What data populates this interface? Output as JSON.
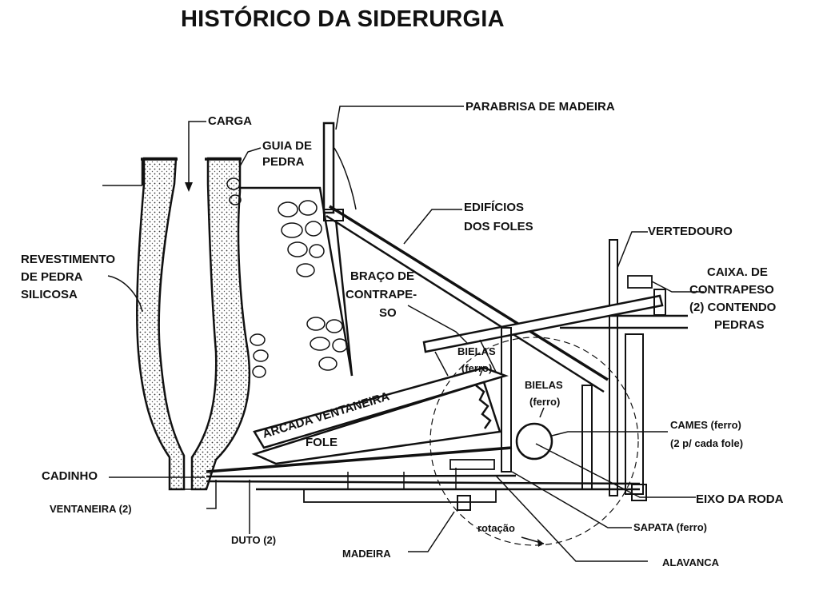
{
  "title": "HISTÓRICO DA SIDERURGIA",
  "labels": {
    "carga": "CARGA",
    "guia_l1": "GUIA DE",
    "guia_l2": "PEDRA",
    "parabrisa": "PARABRISA DE MADEIRA",
    "edificios_l1": "EDIFÍCIOS",
    "edificios_l2": "DOS FOLES",
    "vertedouro": "VERTEDOURO",
    "revest_l1": "REVESTIMENTO",
    "revest_l2": "DE PEDRA",
    "revest_l3": "SILICOSA",
    "braco_l1": "BRAÇO DE",
    "braco_l2": "CONTRAPE-",
    "braco_l3": "SO",
    "caixa_l1": "CAIXA. DE",
    "caixa_l2": "CONTRAPESO",
    "caixa_l3": "(2) CONTENDO",
    "caixa_l4": "PEDRAS",
    "bielas1_l1": "BIELAS",
    "bielas1_l2": "(ferro)",
    "bielas2_l1": "BIELAS",
    "bielas2_l2": "(ferro)",
    "arcada": "ARCADA VENTANEIRA",
    "fole": "FOLE",
    "cames_l1": "CAMES (ferro)",
    "cames_l2": "(2 p/ cada fole)",
    "cadinho": "CADINHO",
    "ventaneira": "VENTANEIRA (2)",
    "eixo": "EIXO DA RODA",
    "sapata": "SAPATA (ferro)",
    "duto": "DUTO (2)",
    "rotacao": "rotação",
    "madeira": "MADEIRA",
    "alavanca": "ALAVANCA"
  }
}
